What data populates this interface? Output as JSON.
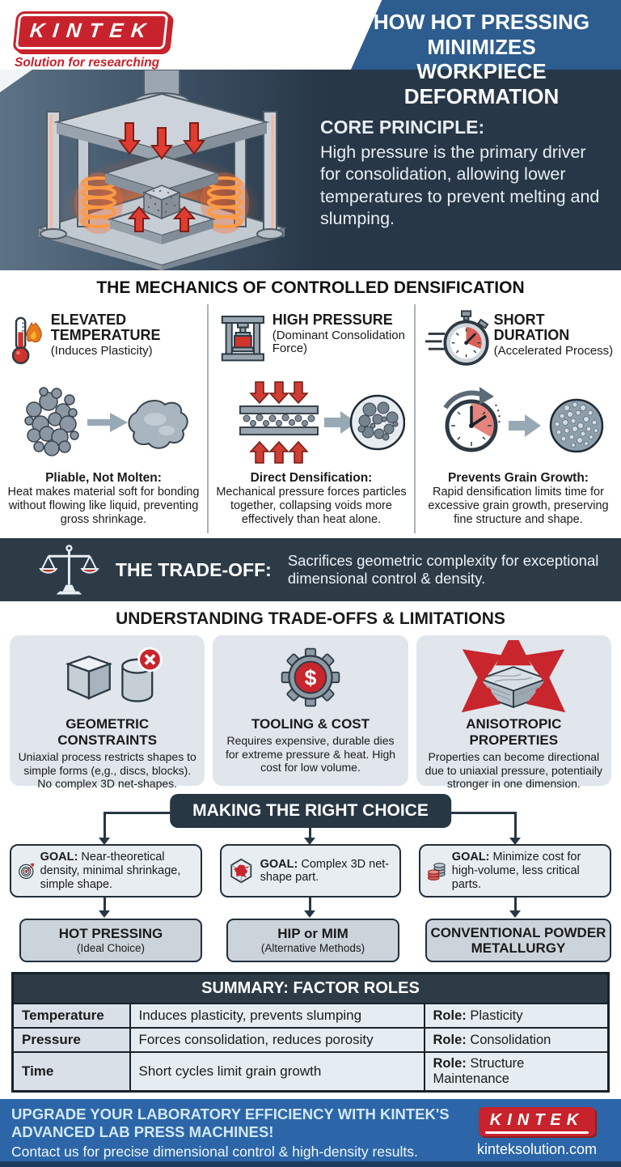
{
  "header": {
    "logo": {
      "brand": "KINTEK",
      "tagline": "Solution for researching"
    },
    "title_line1": "HOW HOT PRESSING MINIMIZES",
    "title_line2": "WORKPIECE DEFORMATION"
  },
  "hero": {
    "heading": "CORE PRINCIPLE:",
    "body": "High pressure is the primary driver for consolidation, allowing lower temperatures to prevent melting and slumping."
  },
  "mechanics": {
    "title": "THE MECHANICS OF CONTROLLED DENSIFICATION",
    "columns": [
      {
        "icon": "thermometer-flame-icon",
        "heading": "ELEVATED TEMPERATURE",
        "subheading": "(Induces Plasticity)",
        "caption_title": "Pliable, Not Molten:",
        "caption_body": "Heat makes material soft for bonding without flowing like liquid, preventing gross shrinkage."
      },
      {
        "icon": "press-icon",
        "heading": "HIGH PRESSURE",
        "subheading": "(Dominant Consolidation Force)",
        "caption_title": "Direct Densification:",
        "caption_body": "Mechanical pressure forces particles together, collapsing voids more effectively than heat alone."
      },
      {
        "icon": "stopwatch-icon",
        "heading": "SHORT DURATION",
        "subheading": "(Accelerated Process)",
        "caption_title": "Prevents Grain Growth:",
        "caption_body": "Rapid densification limits time for excessive grain growth, preserving fine structure and shape."
      }
    ]
  },
  "tradeoff_banner": {
    "icon": "balance-scale-icon",
    "label": "THE TRADE-OFF:",
    "text": "Sacrifices geometric complexity for exceptional dimensional control & density."
  },
  "limitations": {
    "title": "UNDERSTANDING TRADE-OFFS & LIMITATIONS",
    "cards": [
      {
        "icon": "cube-cylinder-x-icon",
        "heading": "GEOMETRIC CONSTRAINTS",
        "body": "Uniaxial process restricts shapes to simple forms (e,g., discs, blocks). No complex 3D net-shapes."
      },
      {
        "icon": "gear-dollar-icon",
        "heading": "TOOLING & COST",
        "body": "Requires expensive, durable dies for extreme pressure & heat. High cost for low volume."
      },
      {
        "icon": "anisotropic-block-icon",
        "heading": "ANISOTROPIC PROPERTIES",
        "body": "Properties can become directional due to uniaxial pressure, potentiaily stronger in one dimension."
      }
    ]
  },
  "choice": {
    "title": "MAKING THE RIGHT CHOICE",
    "paths": [
      {
        "icon": "target-icon",
        "goal_label": "GOAL:",
        "goal_text": "Near-theoretical density, minimal shrinkage, simple shape.",
        "result": "HOT PRESSING",
        "result_sub": "(Ideal Choice)"
      },
      {
        "icon": "complex-cube-icon",
        "goal_label": "GOAL:",
        "goal_text": "Complex 3D net-shape part.",
        "result": "HIP or MIM",
        "result_sub": "(Alternative Methods)"
      },
      {
        "icon": "coins-icon",
        "goal_label": "GOAL:",
        "goal_text": "Minimize cost for high-volume, less critical parts.",
        "result": "CONVENTIONAL POWDER METALLURGY",
        "result_sub": ""
      }
    ]
  },
  "summary": {
    "title": "SUMMARY: FACTOR ROLES",
    "rows": [
      {
        "factor": "Temperature",
        "description": "Induces plasticity, prevents slumping",
        "role_label": "Role:",
        "role": "Plasticity"
      },
      {
        "factor": "Pressure",
        "description": "Forces consolidation, reduces porosity",
        "role_label": "Role:",
        "role": "Consolidation"
      },
      {
        "factor": "Time",
        "description": "Short cycles limit grain growth",
        "role_label": "Role:",
        "role": "Structure Maintenance"
      }
    ]
  },
  "footer": {
    "line1": "UPGRADE YOUR LABORATORY EFFICIENCY WITH KINTEK'S",
    "line2": "ADVANCED LAB PRESS MACHINES!",
    "line3": "Contact us for precise dimensional control & high-density results.",
    "brand": "KINTEK",
    "website": "kinteksolution.com"
  },
  "colors": {
    "header_blue": "#2d5c8e",
    "footer_blue": "#2c66a8",
    "hero_navy": "#273747",
    "slate_banner": "#2d3b46",
    "brand_red": "#c8232c",
    "arrow_red": "#d0342c"
  }
}
